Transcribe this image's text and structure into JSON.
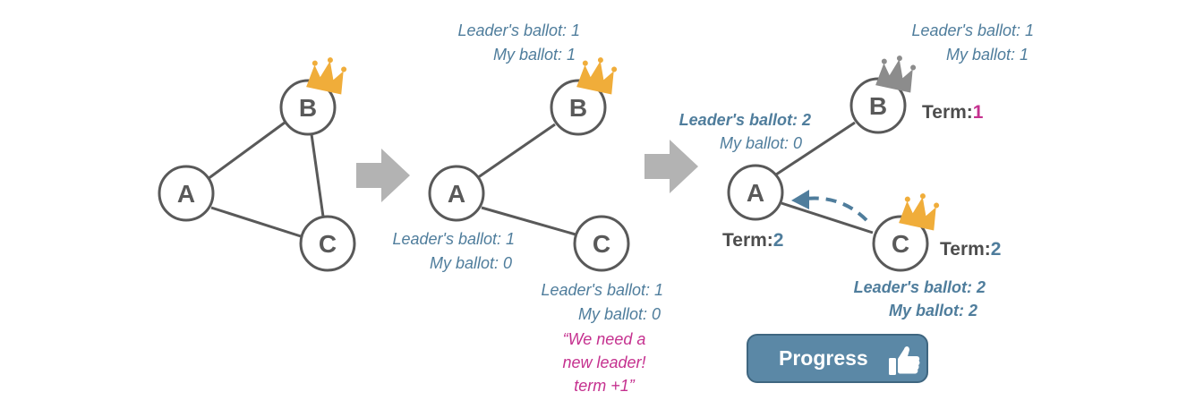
{
  "colors": {
    "node_stroke": "#595959",
    "edge": "#595959",
    "ballot_blue": "#4f7d9c",
    "quote_magenta": "#c5318f",
    "crown_gold": "#f0ad3a",
    "crown_gray": "#8c8c8c",
    "arrow_gray": "#b3b3b3",
    "button_blue": "#5b88a6"
  },
  "icons": {
    "arrow": "right-arrow-icon",
    "crown": "crown-icon",
    "thumb": "thumbs-up-icon"
  },
  "panel1": {
    "nodes": {
      "a": "A",
      "b": "B",
      "c": "C"
    }
  },
  "panel2": {
    "nodes": {
      "a": "A",
      "b": "B",
      "c": "C"
    },
    "b_leaders_ballot": "Leader's ballot: 1",
    "b_my_ballot": "My ballot: 1",
    "a_leaders_ballot": "Leader's ballot: 1",
    "a_my_ballot": "My ballot: 0",
    "c_leaders_ballot": "Leader's ballot: 1",
    "c_my_ballot": "My ballot: 0",
    "c_quote_line1": "“We need a",
    "c_quote_line2": "new leader!",
    "c_quote_line3": "term +1”"
  },
  "panel3": {
    "nodes": {
      "a": "A",
      "b": "B",
      "c": "C"
    },
    "b_leaders_ballot": "Leader's ballot: 1",
    "b_my_ballot": "My ballot: 1",
    "b_term_label": "Term:",
    "b_term_value": "1",
    "a_leaders_ballot": "Leader's ballot: 2",
    "a_my_ballot": "My ballot: 0",
    "a_term_label": "Term:",
    "a_term_value": "2",
    "c_term_label": "Term:",
    "c_term_value": "2",
    "c_leaders_ballot": "Leader's ballot: 2",
    "c_my_ballot": "My ballot: 2"
  },
  "button": {
    "label": "Progress"
  }
}
